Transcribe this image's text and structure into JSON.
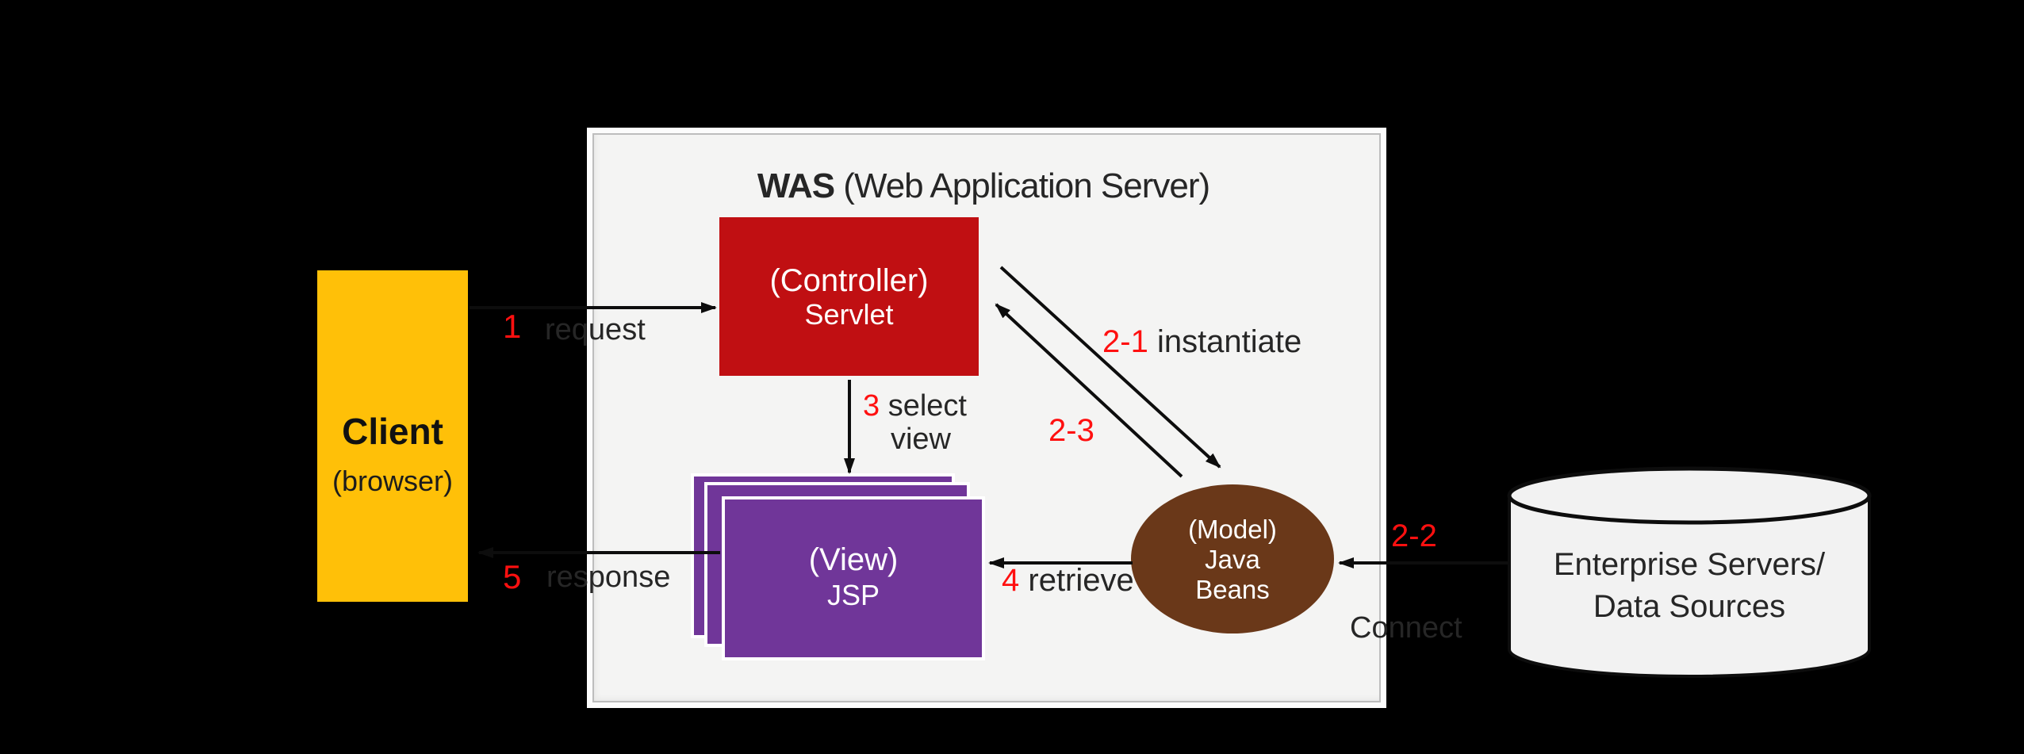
{
  "colors": {
    "bg": "#000000",
    "panel-fill": "#f4f4f3",
    "panel-border": "#fcfcfc",
    "panel-line": "#bdbdbd",
    "client-yellow": "#ffc008",
    "controller-red": "#c00f12",
    "view-purple": "#703699",
    "model-brown": "#6a3819",
    "cylinder-fill": "#f2f2f2",
    "dark-text": "#262626",
    "red-label": "#ff1010",
    "arrow": "#0d0d0d",
    "white-text": "#ffffff"
  },
  "client": {
    "title": "Client",
    "subtitle": "(browser)"
  },
  "was": {
    "title_bold": "WAS",
    "title_rest": " (Web Application Server)"
  },
  "controller": {
    "line1": "(Controller)",
    "line2": "Servlet"
  },
  "view": {
    "line1": "(View)",
    "line2": "JSP"
  },
  "model": {
    "line1": "(Model)",
    "line2": "Java",
    "line3": "Beans"
  },
  "datasource": {
    "line1": "Enterprise Servers/",
    "line2": "Data Sources"
  },
  "steps": {
    "s1": {
      "num": "1",
      "label": "request"
    },
    "s2_1": {
      "num": "2-1",
      "label": "instantiate"
    },
    "s2_2": {
      "num": "2-2",
      "label": "Connect"
    },
    "s2_3": {
      "num": "2-3"
    },
    "s3": {
      "num": "3",
      "label": "select",
      "label2": "view"
    },
    "s4": {
      "num": "4",
      "label": "retrieve"
    },
    "s5": {
      "num": "5",
      "label": "response"
    }
  }
}
